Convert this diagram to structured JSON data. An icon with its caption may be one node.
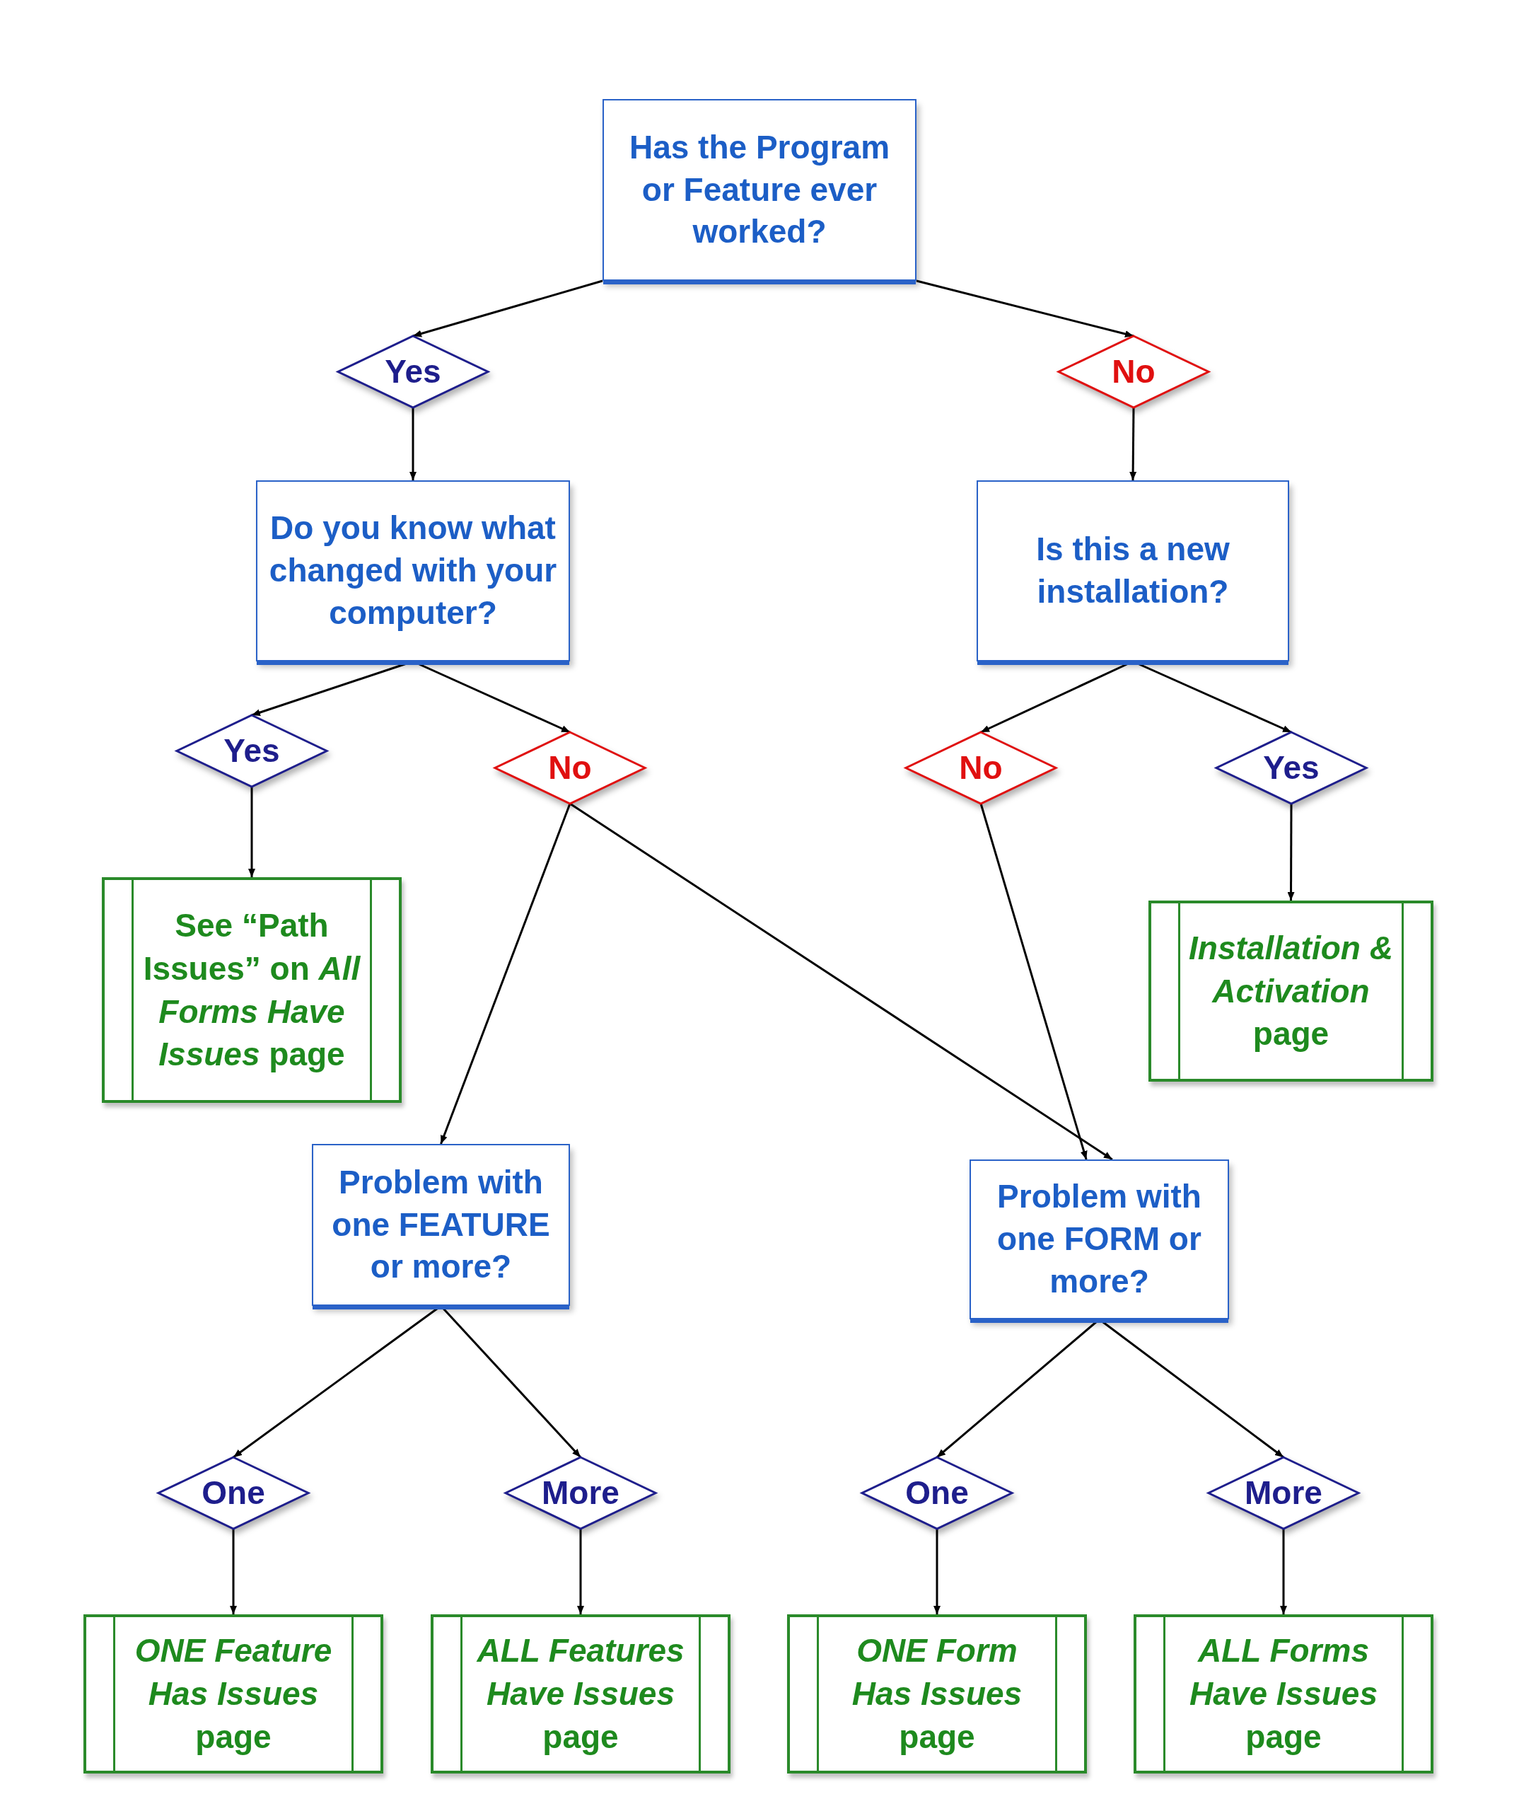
{
  "diagram": {
    "nodes": [
      {
        "text": [
          "Has the Program or Feature ever worked?"
        ]
      },
      {
        "text": [
          "Yes"
        ]
      },
      {
        "text": [
          "No"
        ]
      },
      {
        "text": [
          "Do you know what changed with your computer?"
        ]
      },
      {
        "text": [
          "Is this a new installation?"
        ]
      },
      {
        "text": [
          "Yes"
        ]
      },
      {
        "text": [
          "No"
        ]
      },
      {
        "text": [
          "No"
        ]
      },
      {
        "text": [
          "Yes"
        ]
      },
      {
        "text": [
          "See “Path Issues” on *All Forms Have Issues* page"
        ]
      },
      {
        "text": [
          "*Installation & Activation* page"
        ]
      },
      {
        "text": [
          "Problem with one FEATURE or more?"
        ]
      },
      {
        "text": [
          "Problem with one FORM or more?"
        ]
      },
      {
        "text": [
          "One"
        ]
      },
      {
        "text": [
          "More"
        ]
      },
      {
        "text": [
          "One"
        ]
      },
      {
        "text": [
          "More"
        ]
      },
      {
        "text": [
          "*ONE Feature Has Issues* page"
        ]
      },
      {
        "text": [
          "*ALL Features Have Issues* page"
        ]
      },
      {
        "text": [
          "*ONE Form Has Issues* page"
        ]
      },
      {
        "text": [
          "*ALL Forms Have Issues* page"
        ]
      }
    ],
    "edges": [
      {
        "from": 0,
        "to": 1,
        "arrow": "to"
      },
      {
        "from": 0,
        "to": 2,
        "arrow": "to"
      },
      {
        "from": 1,
        "to": 3,
        "arrow": "to"
      },
      {
        "from": 2,
        "to": 4,
        "arrow": "to"
      },
      {
        "from": 3,
        "to": 5,
        "arrow": "to"
      },
      {
        "from": 3,
        "to": 6,
        "arrow": "to"
      },
      {
        "from": 4,
        "to": 7,
        "arrow": "to"
      },
      {
        "from": 4,
        "to": 8,
        "arrow": "to"
      },
      {
        "from": 5,
        "to": 9,
        "arrow": "to"
      },
      {
        "from": 6,
        "to": 11,
        "arrow": "to"
      },
      {
        "from": 6,
        "to": 12,
        "arrow": "to"
      },
      {
        "from": 7,
        "to": 12,
        "arrow": "to"
      },
      {
        "from": 8,
        "to": 10,
        "arrow": "to"
      },
      {
        "from": 11,
        "to": 13,
        "arrow": "to"
      },
      {
        "from": 11,
        "to": 14,
        "arrow": "to"
      },
      {
        "from": 12,
        "to": 15,
        "arrow": "to"
      },
      {
        "from": 12,
        "to": 16,
        "arrow": "to"
      },
      {
        "from": 13,
        "to": 17,
        "arrow": "to"
      },
      {
        "from": 14,
        "to": 18,
        "arrow": "to"
      },
      {
        "from": 15,
        "to": 19,
        "arrow": "to"
      },
      {
        "from": 16,
        "to": 20,
        "arrow": "to"
      }
    ]
  }
}
